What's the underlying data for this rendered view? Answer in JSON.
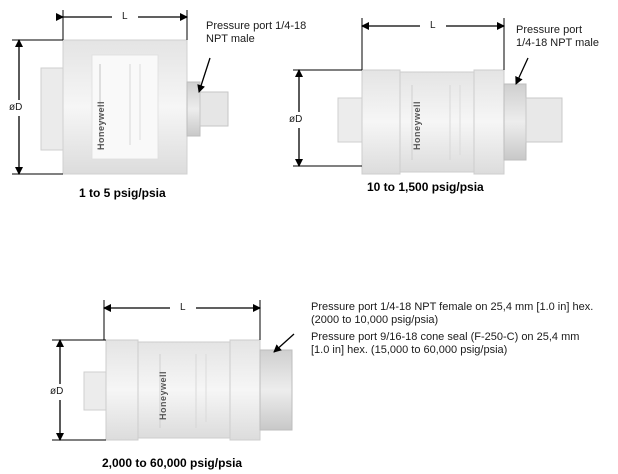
{
  "labels": {
    "length": "L",
    "diameter": "øD",
    "brand": "Honeywell"
  },
  "sensors": [
    {
      "caption": "1 to 5 psig/psia",
      "callout_lines": [
        "Pressure port 1/4-18",
        "NPT male"
      ]
    },
    {
      "caption": "10 to 1,500 psig/psia",
      "callout_lines": [
        "Pressure port",
        "1/4-18 NPT male"
      ]
    },
    {
      "caption": "2,000 to 60,000 psig/psia",
      "callout_lines": [
        "Pressure port 1/4-18 NPT female on 25,4 mm [1.0 in] hex.",
        "(2000 to 10,000 psig/psia)",
        "Pressure port 9/16-18 cone seal (F-250-C) on 25,4 mm",
        "[1.0 in] hex. (15,000 to 60,000 psig/psia)"
      ]
    }
  ]
}
